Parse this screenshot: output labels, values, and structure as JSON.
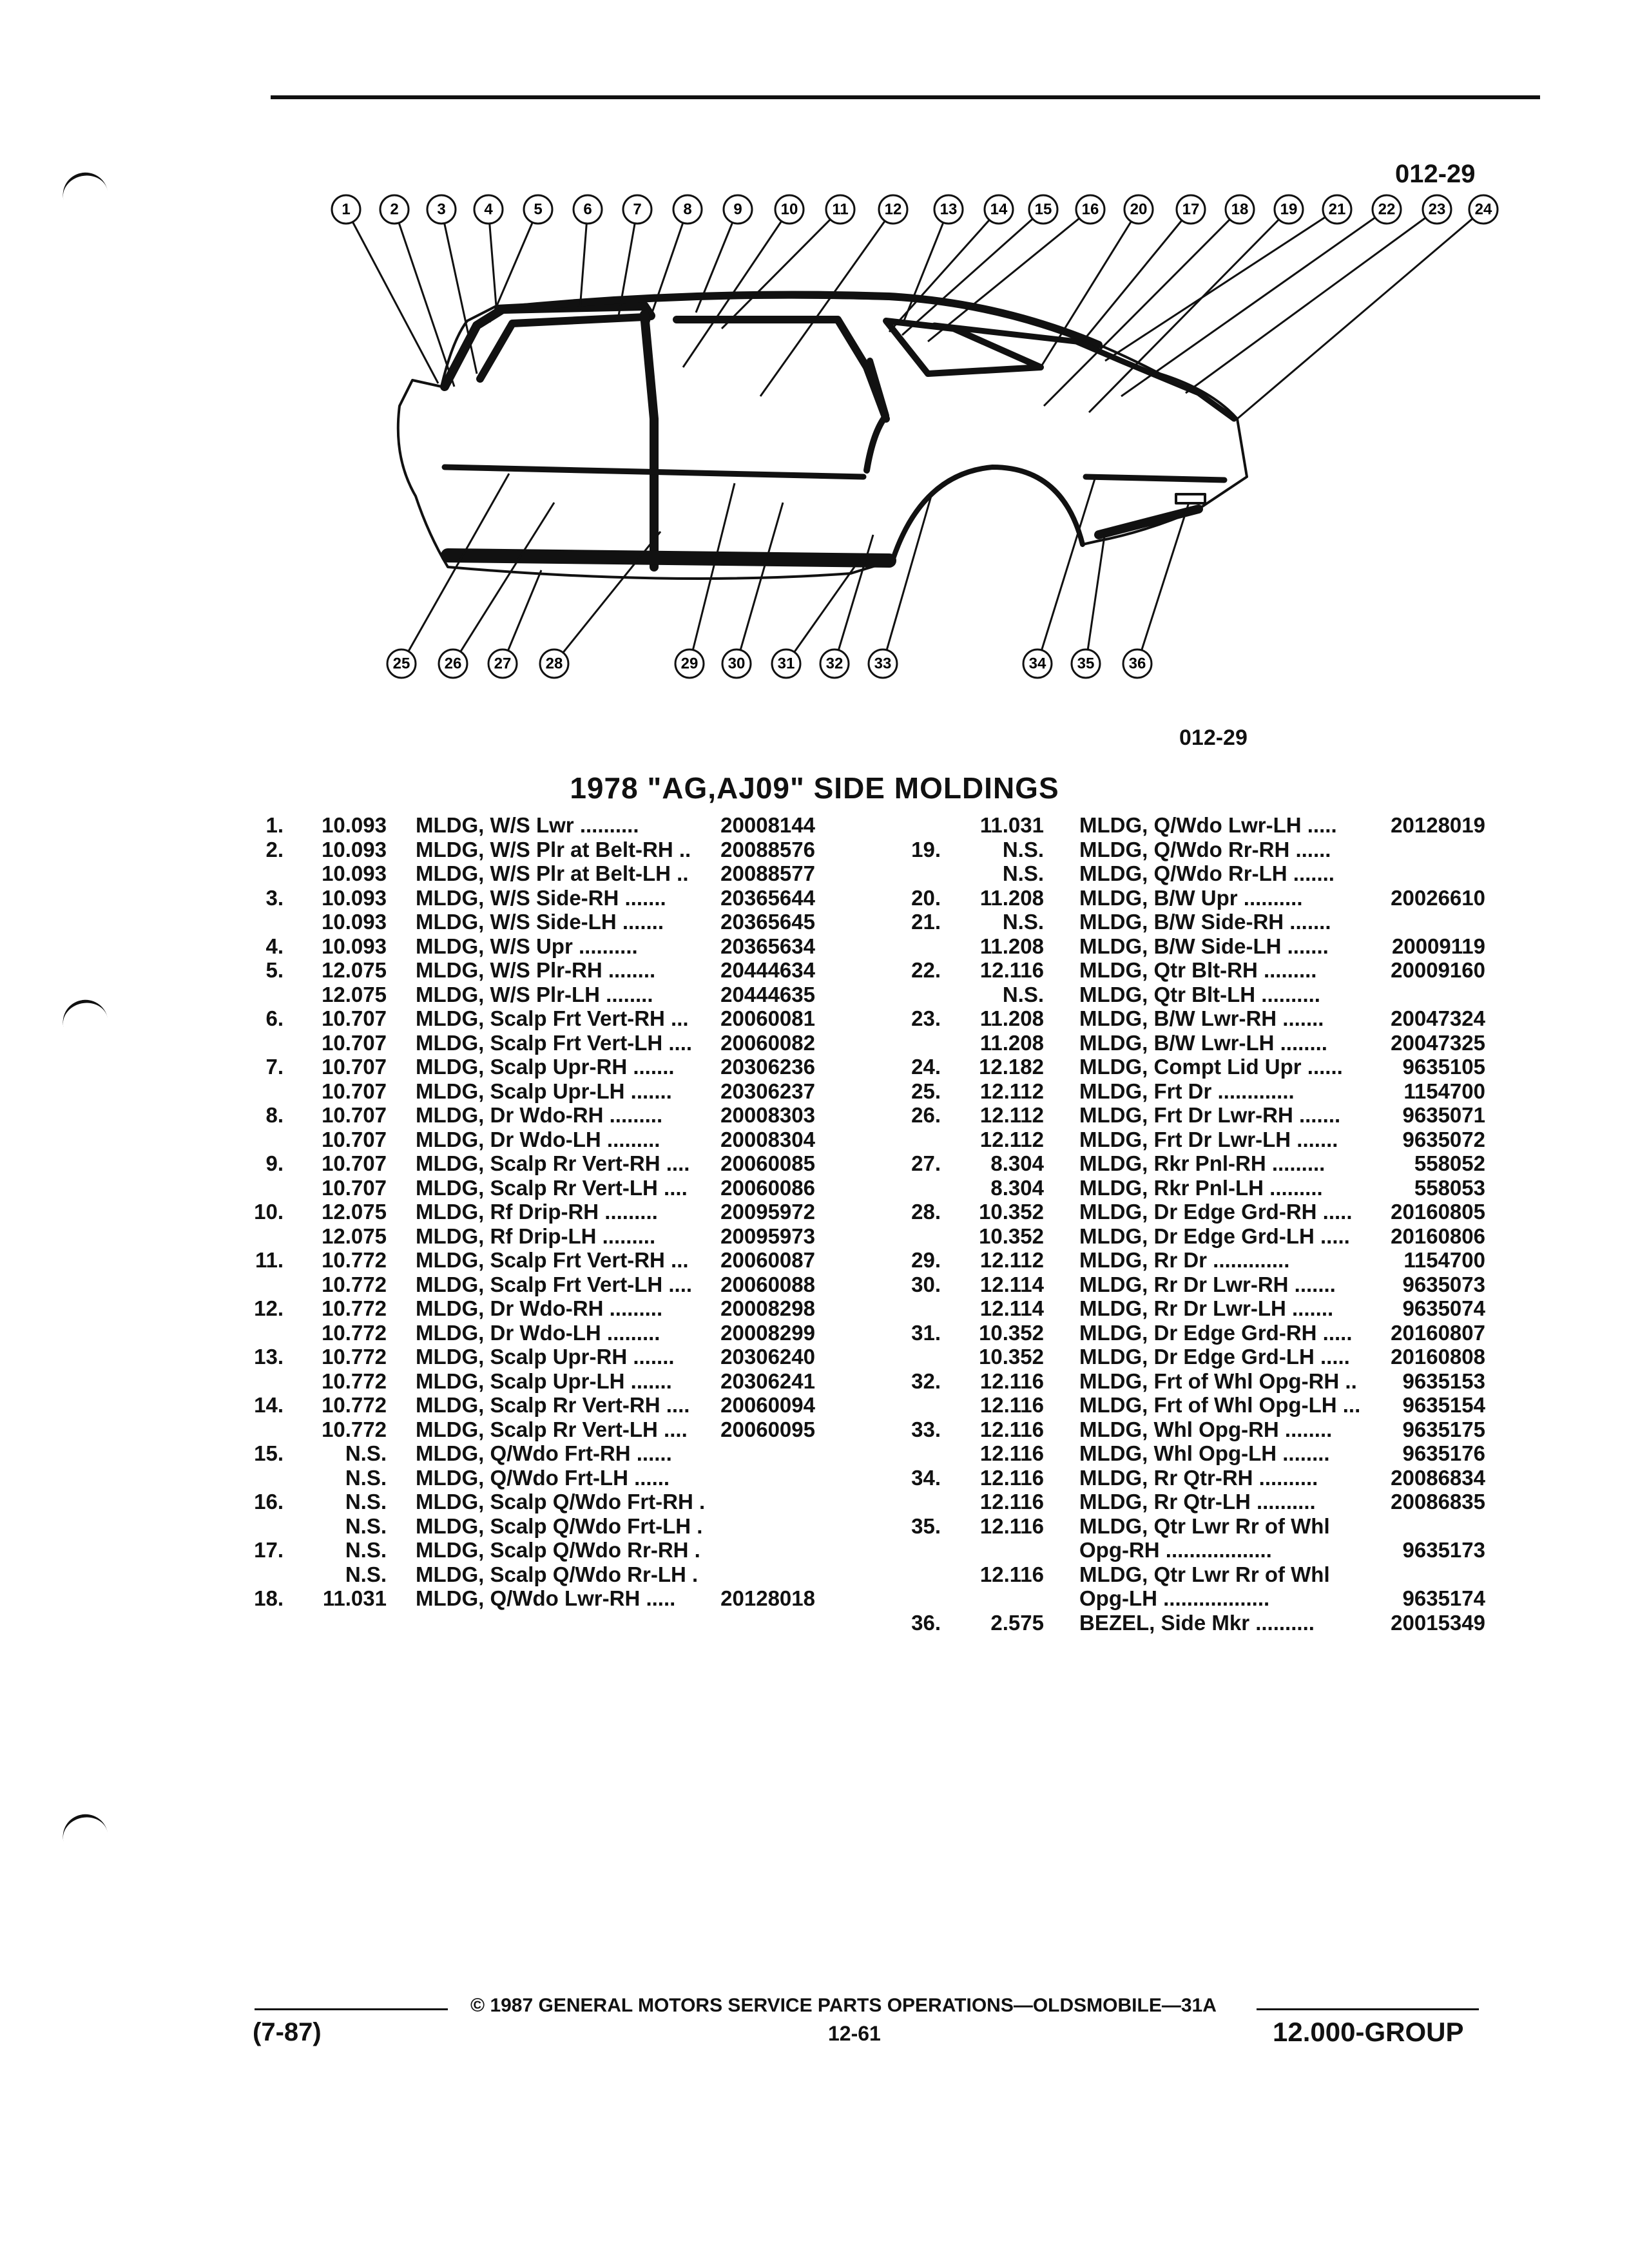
{
  "header": {
    "code": "012-29"
  },
  "figure": {
    "code": "012-29",
    "callouts_top": [
      "1",
      "2",
      "3",
      "4",
      "5",
      "6",
      "7",
      "8",
      "9",
      "10",
      "11",
      "12",
      "13",
      "14",
      "15",
      "16",
      "20",
      "17",
      "18",
      "19",
      "21",
      "22",
      "23",
      "24"
    ],
    "callouts_bottom_a": [
      "25",
      "26",
      "27",
      "28"
    ],
    "callouts_bottom_b": [
      "29",
      "30",
      "31",
      "32",
      "33"
    ],
    "callouts_bottom_c": [
      "34",
      "35",
      "36"
    ]
  },
  "title": "1978 \"AG,AJ09\" SIDE MOLDINGS",
  "left_rows": [
    {
      "idx": "1.",
      "grp": "10.093",
      "desc": "MLDG, W/S Lwr ..........",
      "part": "20008144"
    },
    {
      "idx": "2.",
      "grp": "10.093",
      "desc": "MLDG, W/S Plr at Belt-RH ..",
      "part": "20088576"
    },
    {
      "idx": "",
      "grp": "10.093",
      "desc": "MLDG, W/S Plr at Belt-LH ..",
      "part": "20088577"
    },
    {
      "idx": "3.",
      "grp": "10.093",
      "desc": "MLDG, W/S Side-RH .......",
      "part": "20365644"
    },
    {
      "idx": "",
      "grp": "10.093",
      "desc": "MLDG, W/S Side-LH .......",
      "part": "20365645"
    },
    {
      "idx": "4.",
      "grp": "10.093",
      "desc": "MLDG, W/S Upr ..........",
      "part": "20365634"
    },
    {
      "idx": "5.",
      "grp": "12.075",
      "desc": "MLDG, W/S Plr-RH ........",
      "part": "20444634"
    },
    {
      "idx": "",
      "grp": "12.075",
      "desc": "MLDG, W/S Plr-LH ........",
      "part": "20444635"
    },
    {
      "idx": "6.",
      "grp": "10.707",
      "desc": "MLDG, Scalp Frt Vert-RH ...",
      "part": "20060081"
    },
    {
      "idx": "",
      "grp": "10.707",
      "desc": "MLDG, Scalp Frt Vert-LH ....",
      "part": "20060082"
    },
    {
      "idx": "7.",
      "grp": "10.707",
      "desc": "MLDG, Scalp Upr-RH .......",
      "part": "20306236"
    },
    {
      "idx": "",
      "grp": "10.707",
      "desc": "MLDG, Scalp Upr-LH .......",
      "part": "20306237"
    },
    {
      "idx": "8.",
      "grp": "10.707",
      "desc": "MLDG, Dr Wdo-RH .........",
      "part": "20008303"
    },
    {
      "idx": "",
      "grp": "10.707",
      "desc": "MLDG, Dr Wdo-LH .........",
      "part": "20008304"
    },
    {
      "idx": "9.",
      "grp": "10.707",
      "desc": "MLDG, Scalp Rr Vert-RH ....",
      "part": "20060085"
    },
    {
      "idx": "",
      "grp": "10.707",
      "desc": "MLDG, Scalp Rr Vert-LH ....",
      "part": "20060086"
    },
    {
      "idx": "10.",
      "grp": "12.075",
      "desc": "MLDG, Rf Drip-RH .........",
      "part": "20095972"
    },
    {
      "idx": "",
      "grp": "12.075",
      "desc": "MLDG, Rf Drip-LH .........",
      "part": "20095973"
    },
    {
      "idx": "11.",
      "grp": "10.772",
      "desc": "MLDG, Scalp Frt Vert-RH ...",
      "part": "20060087"
    },
    {
      "idx": "",
      "grp": "10.772",
      "desc": "MLDG, Scalp Frt Vert-LH ....",
      "part": "20060088"
    },
    {
      "idx": "12.",
      "grp": "10.772",
      "desc": "MLDG, Dr Wdo-RH .........",
      "part": "20008298"
    },
    {
      "idx": "",
      "grp": "10.772",
      "desc": "MLDG, Dr Wdo-LH .........",
      "part": "20008299"
    },
    {
      "idx": "13.",
      "grp": "10.772",
      "desc": "MLDG, Scalp Upr-RH .......",
      "part": "20306240"
    },
    {
      "idx": "",
      "grp": "10.772",
      "desc": "MLDG, Scalp Upr-LH .......",
      "part": "20306241"
    },
    {
      "idx": "14.",
      "grp": "10.772",
      "desc": "MLDG, Scalp Rr Vert-RH ....",
      "part": "20060094"
    },
    {
      "idx": "",
      "grp": "10.772",
      "desc": "MLDG, Scalp Rr Vert-LH ....",
      "part": "20060095"
    },
    {
      "idx": "15.",
      "grp": "N.S.",
      "desc": "MLDG, Q/Wdo Frt-RH ......",
      "part": ""
    },
    {
      "idx": "",
      "grp": "N.S.",
      "desc": "MLDG, Q/Wdo Frt-LH ......",
      "part": ""
    },
    {
      "idx": "16.",
      "grp": "N.S.",
      "desc": "MLDG, Scalp Q/Wdo Frt-RH .",
      "part": ""
    },
    {
      "idx": "",
      "grp": "N.S.",
      "desc": "MLDG, Scalp Q/Wdo Frt-LH .",
      "part": ""
    },
    {
      "idx": "17.",
      "grp": "N.S.",
      "desc": "MLDG, Scalp Q/Wdo Rr-RH .",
      "part": ""
    },
    {
      "idx": "",
      "grp": "N.S.",
      "desc": "MLDG, Scalp Q/Wdo Rr-LH .",
      "part": ""
    },
    {
      "idx": "18.",
      "grp": "11.031",
      "desc": "MLDG, Q/Wdo Lwr-RH .....",
      "part": "20128018"
    }
  ],
  "right_rows": [
    {
      "idx": "",
      "grp": "11.031",
      "desc": "MLDG, Q/Wdo Lwr-LH .....",
      "part": "20128019"
    },
    {
      "idx": "19.",
      "grp": "N.S.",
      "desc": "MLDG, Q/Wdo Rr-RH ......",
      "part": ""
    },
    {
      "idx": "",
      "grp": "N.S.",
      "desc": "MLDG, Q/Wdo Rr-LH .......",
      "part": ""
    },
    {
      "idx": "20.",
      "grp": "11.208",
      "desc": "MLDG, B/W Upr ..........",
      "part": "20026610"
    },
    {
      "idx": "21.",
      "grp": "N.S.",
      "desc": "MLDG, B/W Side-RH .......",
      "part": ""
    },
    {
      "idx": "",
      "grp": "11.208",
      "desc": "MLDG, B/W Side-LH .......",
      "part": "20009119"
    },
    {
      "idx": "22.",
      "grp": "12.116",
      "desc": "MLDG, Qtr Blt-RH .........",
      "part": "20009160"
    },
    {
      "idx": "",
      "grp": "N.S.",
      "desc": "MLDG, Qtr Blt-LH ..........",
      "part": ""
    },
    {
      "idx": "23.",
      "grp": "11.208",
      "desc": "MLDG, B/W Lwr-RH .......",
      "part": "20047324"
    },
    {
      "idx": "",
      "grp": "11.208",
      "desc": "MLDG, B/W Lwr-LH ........",
      "part": "20047325"
    },
    {
      "idx": "24.",
      "grp": "12.182",
      "desc": "MLDG, Compt Lid Upr ......",
      "part": "9635105"
    },
    {
      "idx": "25.",
      "grp": "12.112",
      "desc": "MLDG, Frt Dr .............",
      "part": "1154700"
    },
    {
      "idx": "26.",
      "grp": "12.112",
      "desc": "MLDG, Frt Dr Lwr-RH .......",
      "part": "9635071"
    },
    {
      "idx": "",
      "grp": "12.112",
      "desc": "MLDG, Frt Dr Lwr-LH .......",
      "part": "9635072"
    },
    {
      "idx": "27.",
      "grp": "8.304",
      "desc": "MLDG, Rkr Pnl-RH .........",
      "part": "558052"
    },
    {
      "idx": "",
      "grp": "8.304",
      "desc": "MLDG, Rkr Pnl-LH .........",
      "part": "558053"
    },
    {
      "idx": "28.",
      "grp": "10.352",
      "desc": "MLDG, Dr Edge Grd-RH .....",
      "part": "20160805"
    },
    {
      "idx": "",
      "grp": "10.352",
      "desc": "MLDG, Dr Edge Grd-LH .....",
      "part": "20160806"
    },
    {
      "idx": "29.",
      "grp": "12.112",
      "desc": "MLDG, Rr Dr .............",
      "part": "1154700"
    },
    {
      "idx": "30.",
      "grp": "12.114",
      "desc": "MLDG, Rr Dr Lwr-RH .......",
      "part": "9635073"
    },
    {
      "idx": "",
      "grp": "12.114",
      "desc": "MLDG, Rr Dr Lwr-LH .......",
      "part": "9635074"
    },
    {
      "idx": "31.",
      "grp": "10.352",
      "desc": "MLDG, Dr Edge Grd-RH .....",
      "part": "20160807"
    },
    {
      "idx": "",
      "grp": "10.352",
      "desc": "MLDG, Dr Edge Grd-LH .....",
      "part": "20160808"
    },
    {
      "idx": "32.",
      "grp": "12.116",
      "desc": "MLDG, Frt of Whl Opg-RH ..",
      "part": "9635153"
    },
    {
      "idx": "",
      "grp": "12.116",
      "desc": "MLDG, Frt of Whl Opg-LH ...",
      "part": "9635154"
    },
    {
      "idx": "33.",
      "grp": "12.116",
      "desc": "MLDG, Whl Opg-RH ........",
      "part": "9635175"
    },
    {
      "idx": "",
      "grp": "12.116",
      "desc": "MLDG, Whl Opg-LH ........",
      "part": "9635176"
    },
    {
      "idx": "34.",
      "grp": "12.116",
      "desc": "MLDG, Rr Qtr-RH ..........",
      "part": "20086834"
    },
    {
      "idx": "",
      "grp": "12.116",
      "desc": "MLDG, Rr Qtr-LH ..........",
      "part": "20086835"
    },
    {
      "idx": "35.",
      "grp": "12.116",
      "desc": "MLDG, Qtr Lwr Rr of Whl",
      "part": ""
    },
    {
      "idx": "",
      "grp": "",
      "desc": "Opg-RH ..................",
      "part": "9635173"
    },
    {
      "idx": "",
      "grp": "12.116",
      "desc": "MLDG, Qtr Lwr Rr of Whl",
      "part": ""
    },
    {
      "idx": "",
      "grp": "",
      "desc": "Opg-LH ..................",
      "part": "9635174"
    },
    {
      "idx": "36.",
      "grp": "2.575",
      "desc": "BEZEL, Side Mkr ..........",
      "part": "20015349"
    }
  ],
  "footer": {
    "copyright": "© 1987 GENERAL MOTORS SERVICE PARTS OPERATIONS—OLDSMOBILE—31A",
    "date_code": "(7-87)",
    "page_number": "12-61",
    "group_label": "12.000-GROUP"
  }
}
